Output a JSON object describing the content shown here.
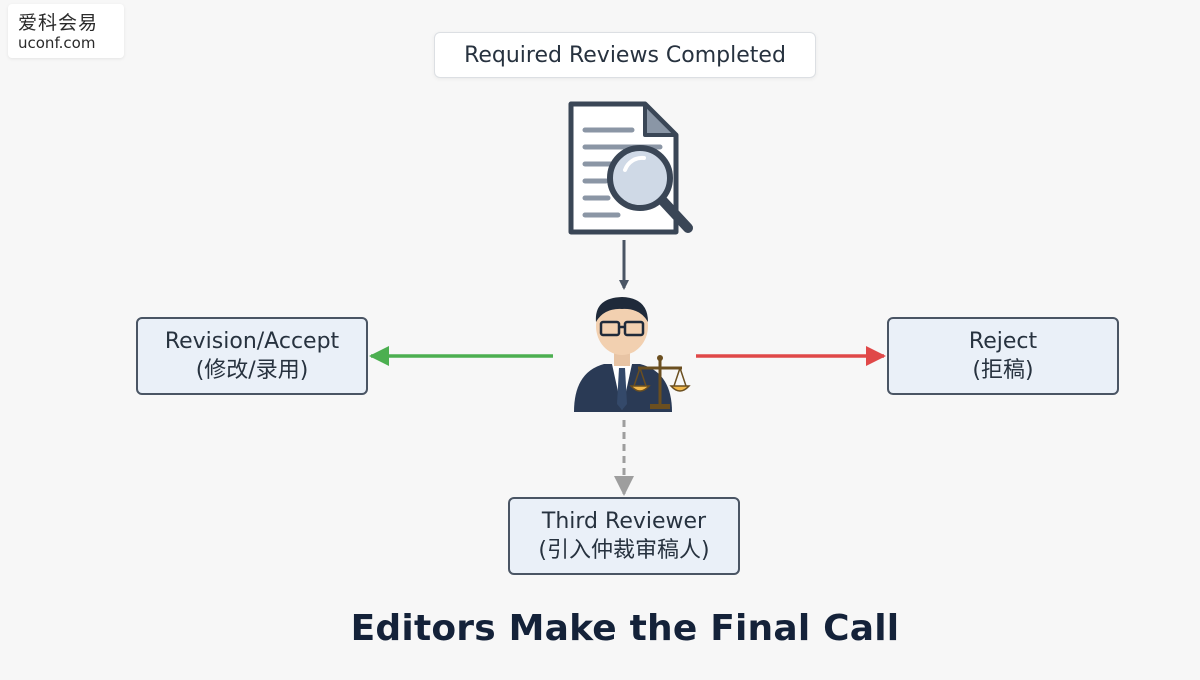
{
  "watermark": {
    "brand_cn": "爱科会易",
    "url": "uconf.com"
  },
  "top_label": "Required Reviews Completed",
  "icons": {
    "document": "document-search-icon",
    "editor": "editor-with-scales-icon"
  },
  "nodes": {
    "accept": {
      "line1": "Revision/Accept",
      "line2": "(修改/录用)"
    },
    "reject": {
      "line1": "Reject",
      "line2": "(拒稿)"
    },
    "third": {
      "line1": "Third Reviewer",
      "line2": "(引入仲裁审稿人)"
    }
  },
  "arrows": {
    "to_accept": {
      "color": "#4caf50",
      "style": "solid"
    },
    "to_reject": {
      "color": "#e04848",
      "style": "solid"
    },
    "to_third": {
      "color": "#9e9e9e",
      "style": "dashed"
    },
    "to_editor": {
      "color": "#4a5564",
      "style": "solid"
    }
  },
  "title": "Editors Make the Final Call"
}
